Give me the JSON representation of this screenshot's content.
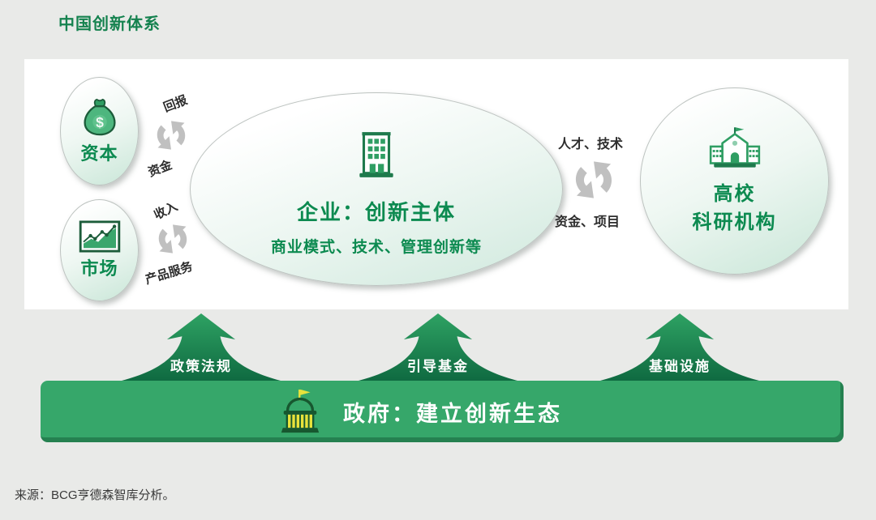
{
  "header": {
    "title": "中国创新体系"
  },
  "nodes": {
    "capital": {
      "label": "资本",
      "icon": "money-bag-icon"
    },
    "market": {
      "label": "市场",
      "icon": "growth-chart-icon"
    },
    "enterprise": {
      "title": "企业：创新主体",
      "subtitle": "商业模式、技术、管理创新等",
      "icon": "office-building-icon"
    },
    "academia": {
      "label_line1": "高校",
      "label_line2": "科研机构",
      "icon": "school-building-icon"
    }
  },
  "flows": {
    "capital_enterprise": {
      "up": "回报",
      "down": "资金"
    },
    "market_enterprise": {
      "up": "收入",
      "down": "产品服务"
    },
    "enterprise_academia": {
      "up": "人才、技术",
      "down": "资金、项目"
    }
  },
  "pillars": [
    {
      "label": "政策法规"
    },
    {
      "label": "引导基金"
    },
    {
      "label": "基础设施"
    }
  ],
  "government": {
    "title": "政府：建立创新生态",
    "icon": "government-building-icon"
  },
  "footer": {
    "source": "来源：BCG亨德森智库分析。"
  },
  "colors": {
    "background": "#e9eae8",
    "accent_green": "#0c8a50",
    "bar_green": "#36a76a",
    "pillar_dark_green": "#0f6a41",
    "pillar_light_green": "#2ea263",
    "cycle_arrow_gray": "#c0c0c0",
    "icon_dark_green": "#1c5c3a",
    "icon_mid_green": "#2f9e63",
    "gov_icon_yellow": "#e8e23c"
  }
}
